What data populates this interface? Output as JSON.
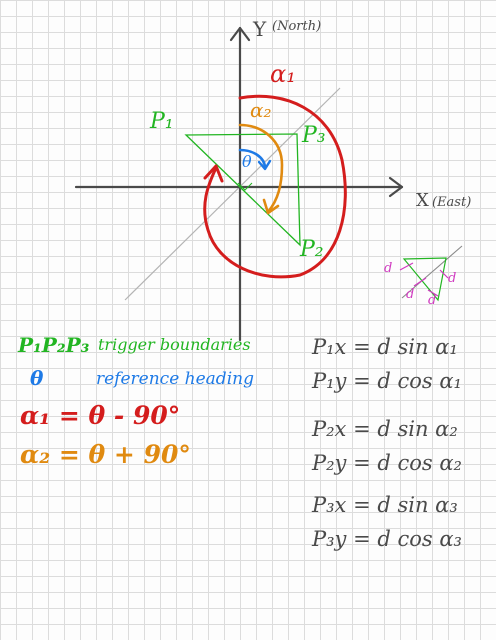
{
  "axes": {
    "y_label": "Y",
    "y_note": "(North)",
    "x_label": "X",
    "x_note": "(East)"
  },
  "figure_labels": {
    "alpha1": "α₁",
    "alpha2": "α₂",
    "theta": "θ",
    "p1": "P₁",
    "p2": "P₂",
    "p3": "P₃"
  },
  "inset_labels": [
    "d",
    "d",
    "d",
    "d"
  ],
  "legend": [
    {
      "symbol": "P₁P₂P₃",
      "text": "trigger boundaries",
      "color": "#22b522"
    },
    {
      "symbol": "θ",
      "text": "reference heading",
      "color": "#1e7ae6"
    },
    {
      "symbol": "α₁ = θ - 90°",
      "text": "",
      "color": "#d41d1d"
    },
    {
      "symbol": "α₂ = θ + 90°",
      "text": "",
      "color": "#e08a10"
    }
  ],
  "equations": [
    "P₁x = d sin α₁",
    "P₁y = d cos α₁",
    "P₂x = d sin α₂",
    "P₂y = d cos α₂",
    "P₃x = d sin α₃",
    "P₃y = d cos α₃"
  ],
  "colors": {
    "ink": "#4a4a4a",
    "green": "#22b522",
    "blue": "#1e7ae6",
    "red": "#d41d1d",
    "orange": "#e08a10",
    "magenta": "#d03ac0",
    "guide": "#b4b4b4"
  }
}
